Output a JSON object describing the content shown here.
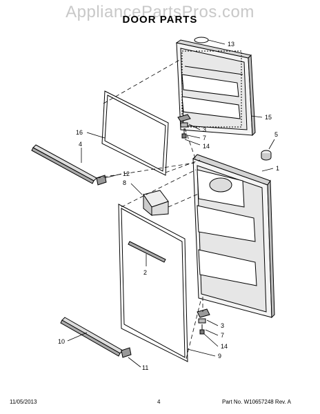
{
  "watermark": "AppliancePartsPros.com",
  "title": "DOOR PARTS",
  "callouts": [
    "13",
    "15",
    "3",
    "7",
    "14",
    "5",
    "1",
    "16",
    "4",
    "12",
    "8",
    "2",
    "3",
    "7",
    "14",
    "10",
    "9",
    "11"
  ],
  "footer": {
    "date": "11/05/2013",
    "page": "4",
    "part_no": "Part No. W10657248  Rev. A"
  }
}
